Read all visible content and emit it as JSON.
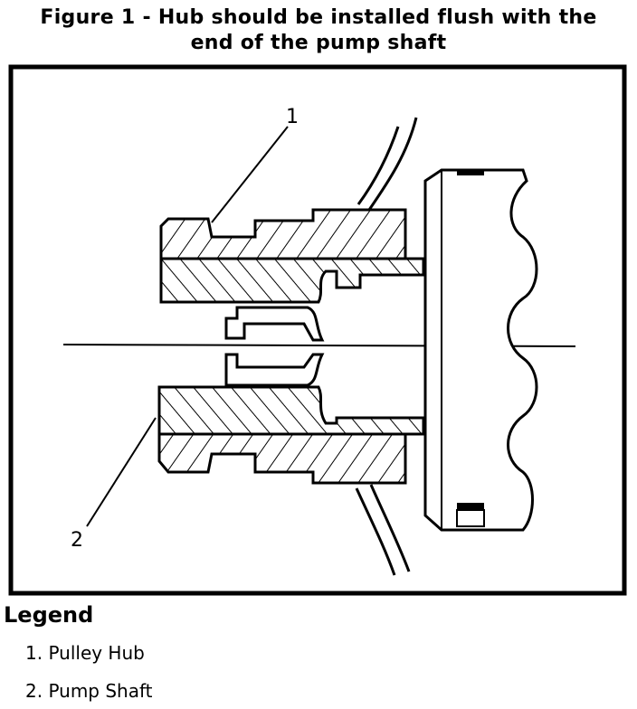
{
  "title": {
    "line1": "Figure 1 - Hub should be installed flush with the",
    "line2": "end of the pump shaft"
  },
  "callouts": [
    "1",
    "2"
  ],
  "legend": {
    "heading": "Legend",
    "items": [
      "1. Pulley Hub",
      "2. Pump Shaft"
    ]
  }
}
